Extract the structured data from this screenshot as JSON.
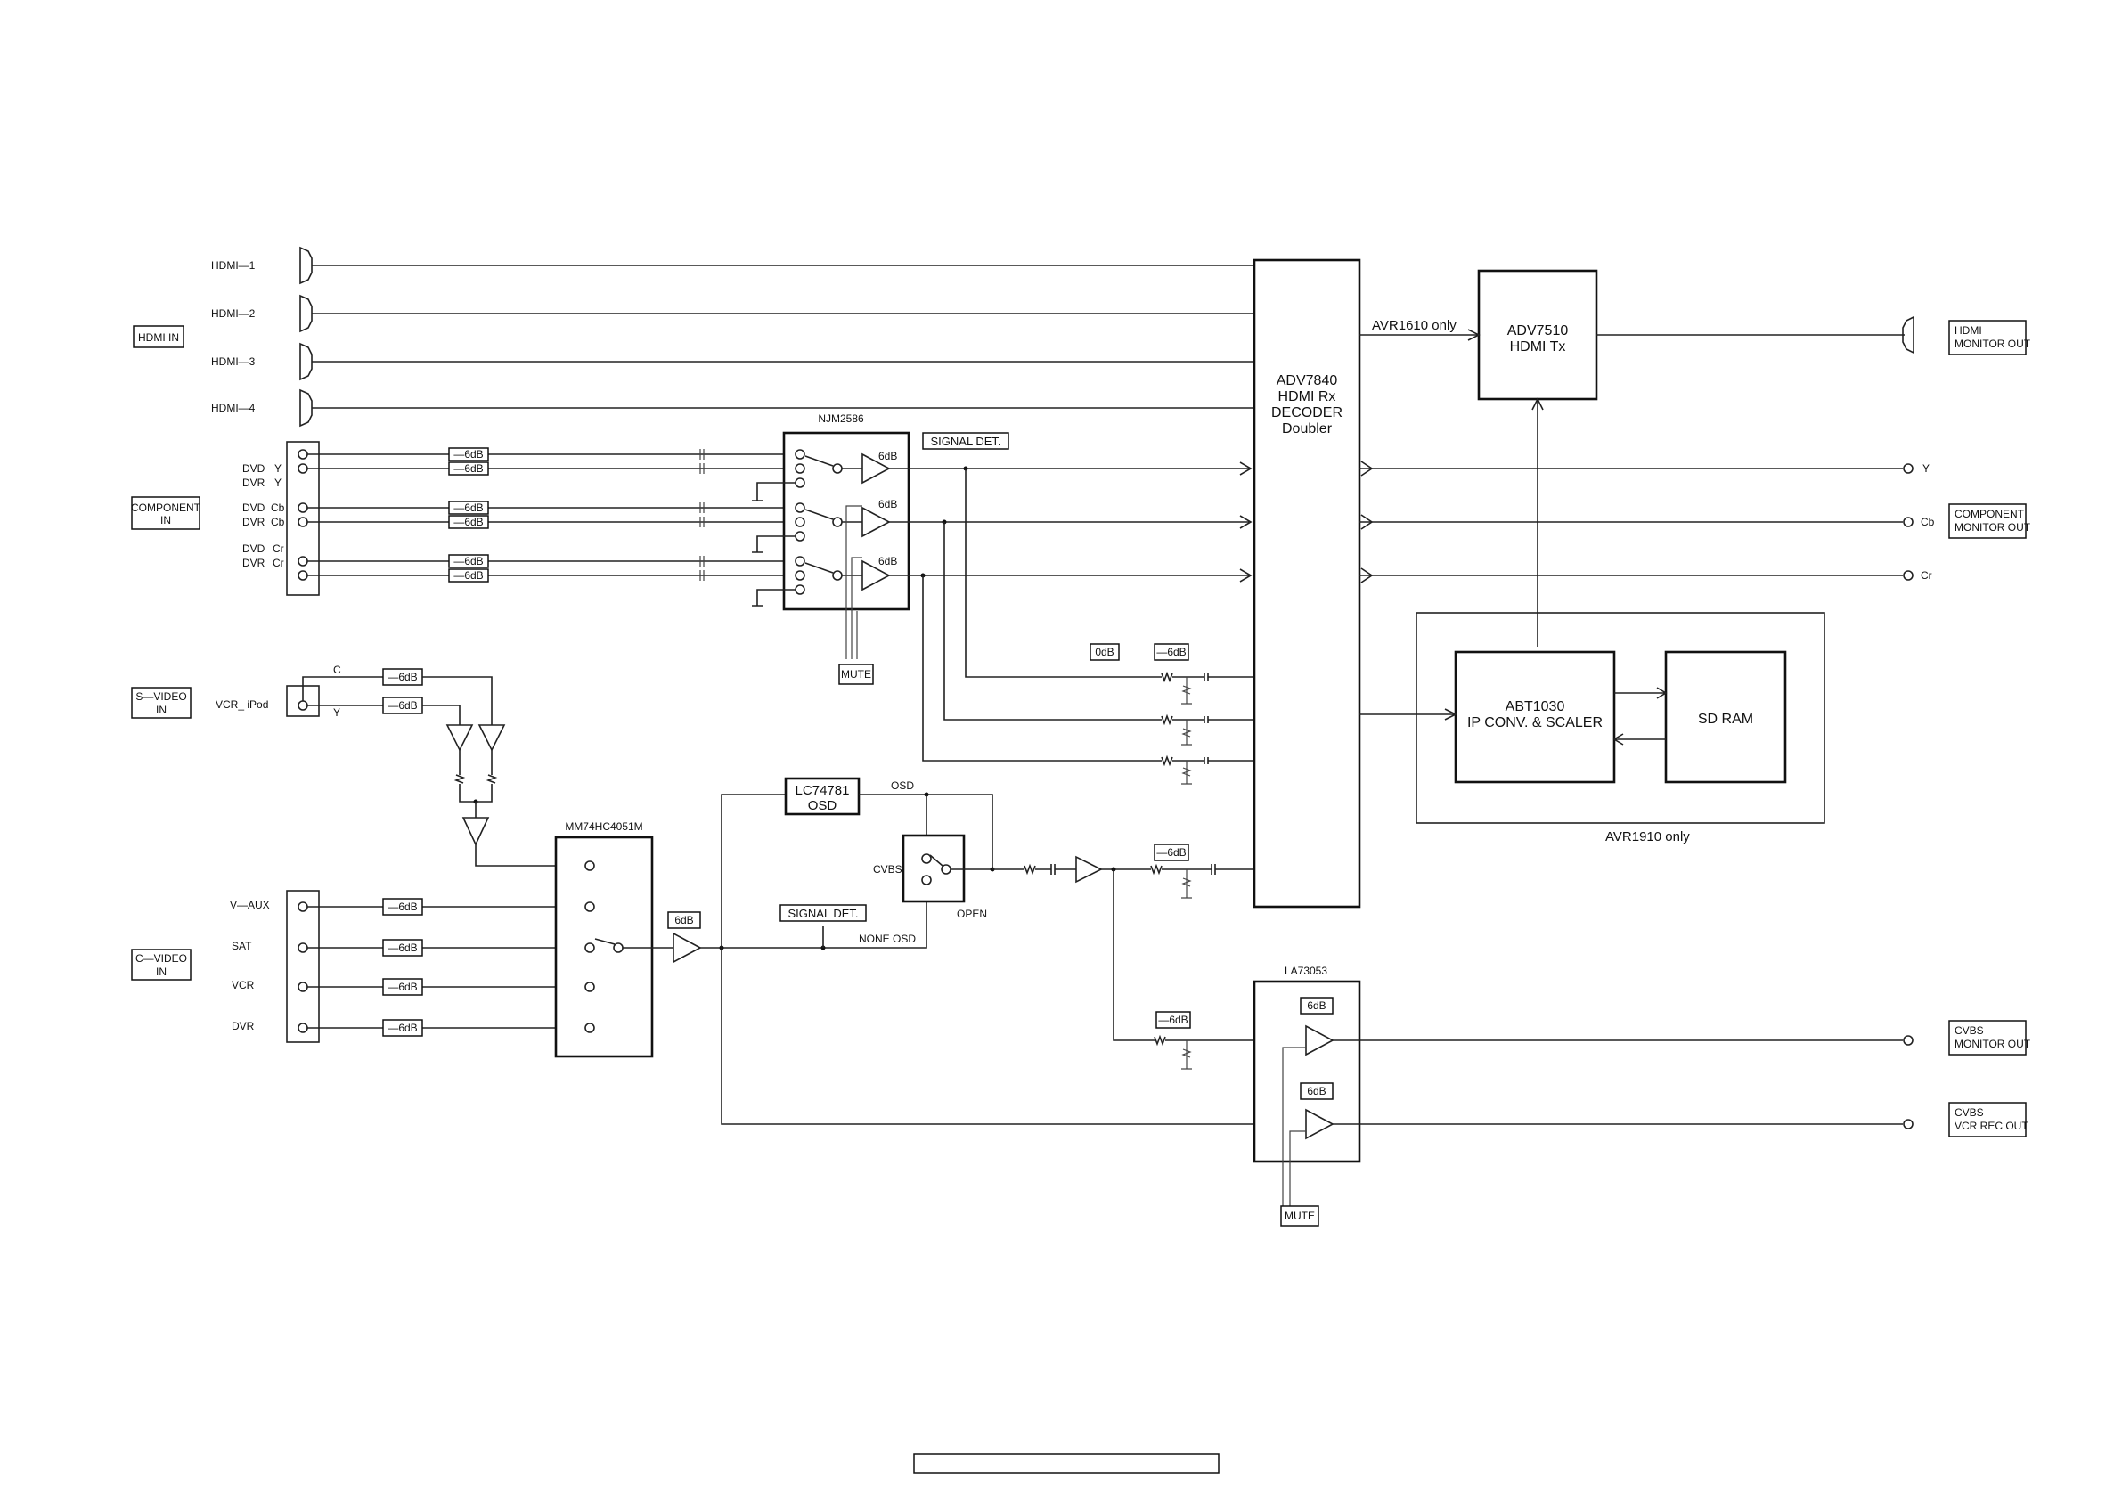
{
  "hdmi_in": {
    "group_label": "HDMI IN",
    "inputs": [
      "HDMI—1",
      "HDMI—2",
      "HDMI—3",
      "HDMI—4"
    ]
  },
  "component_in": {
    "group_label_1": "COMPONENT",
    "group_label_2": "IN",
    "jack_labels": [
      {
        "src": "DVD",
        "ch": "Y"
      },
      {
        "src": "DVR",
        "ch": "Y"
      },
      {
        "src": "DVD",
        "ch": "Cb"
      },
      {
        "src": "DVR",
        "ch": "Cb"
      },
      {
        "src": "DVD",
        "ch": "Cr"
      },
      {
        "src": "DVR",
        "ch": "Cr"
      }
    ],
    "atten": "—6dB"
  },
  "njm": {
    "name": "NJM2586",
    "gain": "6dB",
    "mute": "MUTE",
    "signal_det": "SIGNAL DET."
  },
  "svideo_in": {
    "group_label_1": "S—VIDEO",
    "group_label_2": "IN",
    "source": "VCR_ iPod",
    "c_label": "C",
    "y_label": "Y",
    "atten": "—6dB"
  },
  "cvideo_in": {
    "group_label_1": "C—VIDEO",
    "group_label_2": "IN",
    "sources": [
      "V—AUX",
      "SAT",
      "VCR",
      "DVR"
    ],
    "atten": "—6dB"
  },
  "mux": {
    "name": "MM74HC4051M",
    "gain": "6dB"
  },
  "osd": {
    "chip_line1": "LC74781",
    "chip_line2": "OSD",
    "osd_label": "OSD",
    "cvbs_label": "CVBS",
    "open_label": "OPEN",
    "signal_det": "SIGNAL DET.",
    "none_osd": "NONE OSD",
    "atten": "—6dB"
  },
  "feedback": {
    "gain_0": "0dB",
    "atten": "—6dB"
  },
  "decoder": {
    "lines": [
      "ADV7840",
      "HDMI Rx",
      "DECODER",
      "Doubler"
    ]
  },
  "hdmi_tx": {
    "line1": "ADV7510",
    "line2": "HDMI Tx",
    "note": "AVR1610 only"
  },
  "scaler": {
    "line1": "ABT1030",
    "line2": "IP CONV. & SCALER",
    "ram": "SD RAM",
    "note": "AVR1910 only"
  },
  "la": {
    "name": "LA73053",
    "gain": "6dB",
    "atten": "—6dB",
    "mute": "MUTE"
  },
  "outputs": {
    "hdmi_1": "HDMI",
    "hdmi_2": "MONITOR OUT",
    "y": "Y",
    "cb": "Cb",
    "cr": "Cr",
    "comp_1": "COMPONENT",
    "comp_2": "MONITOR OUT",
    "cvbs_mon_1": "CVBS",
    "cvbs_mon_2": "MONITOR OUT",
    "cvbs_rec_1": "CVBS",
    "cvbs_rec_2": "VCR REC OUT"
  }
}
